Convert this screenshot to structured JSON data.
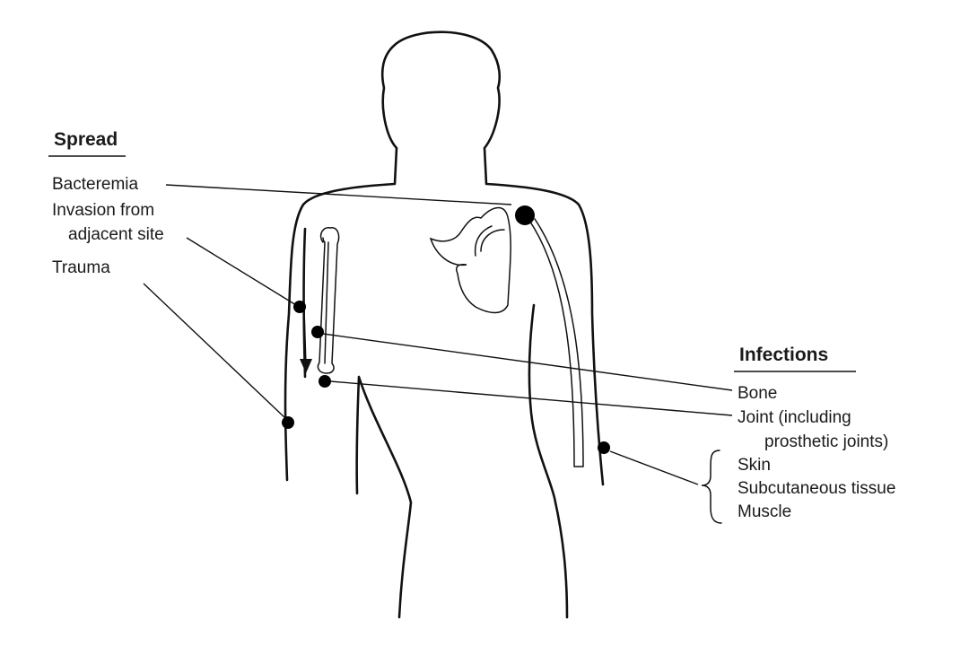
{
  "spread": {
    "title": "Spread",
    "bacteremia": "Bacteremia",
    "invasion_line1": "Invasion from",
    "invasion_line2": "adjacent site",
    "trauma": "Trauma"
  },
  "infections": {
    "title": "Infections",
    "bone": "Bone",
    "joint_line1": "Joint (including",
    "joint_line2": "prosthetic joints)",
    "skin": "Skin",
    "subcutaneous": "Subcutaneous tissue",
    "muscle": "Muscle"
  }
}
